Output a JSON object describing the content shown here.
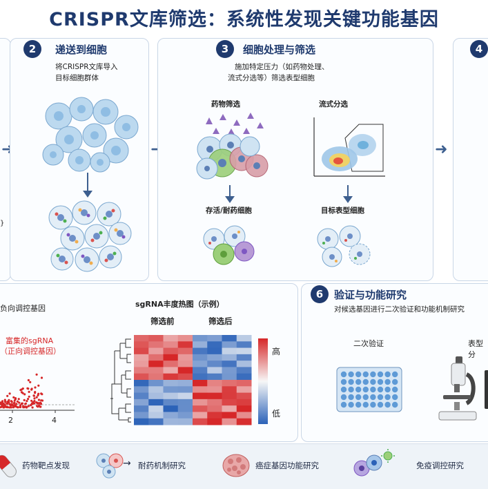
{
  "title": "CRISPR文库筛选：系统性发现关键功能基因",
  "step2": {
    "num": "2",
    "title": "递送到细胞",
    "desc_line1": "将CRISPR文库导入",
    "desc_line2": "目标细胞群体"
  },
  "step3": {
    "num": "3",
    "title": "细胞处理与筛选",
    "desc_line1": "施加特定压力（如药物处理、",
    "desc_line2": "流式分选等）筛选表型细胞",
    "drug_label": "药物筛选",
    "facs_label": "流式分选",
    "survive_label": "存活/耐药细胞",
    "target_label": "目标表型细胞"
  },
  "step4": {
    "num": "4"
  },
  "step5": {
    "neg_label": "负向调控基因",
    "enriched_line1": "富集的sgRNA",
    "enriched_line2": "（正向调控基因）",
    "heatmap_title": "sgRNA丰度热图（示例）",
    "before": "筛选前",
    "after": "筛选后",
    "high": "高",
    "low": "低",
    "tick_2": "2",
    "tick_4": "4"
  },
  "step6": {
    "num": "6",
    "title": "验证与功能研究",
    "desc": "对候选基因进行二次验证和功能机制研究",
    "secondary": "二次验证",
    "phenotype": "表型分"
  },
  "applications": [
    {
      "label": "药物靶点发现"
    },
    {
      "label": "耐药机制研究"
    },
    {
      "label": "癌症基因功能研究"
    },
    {
      "label": "免疫调控研究"
    }
  ],
  "colors": {
    "navy": "#1f3a6e",
    "red": "#d62728",
    "blue": "#2b62b8",
    "cell": "#bcd9ef"
  }
}
